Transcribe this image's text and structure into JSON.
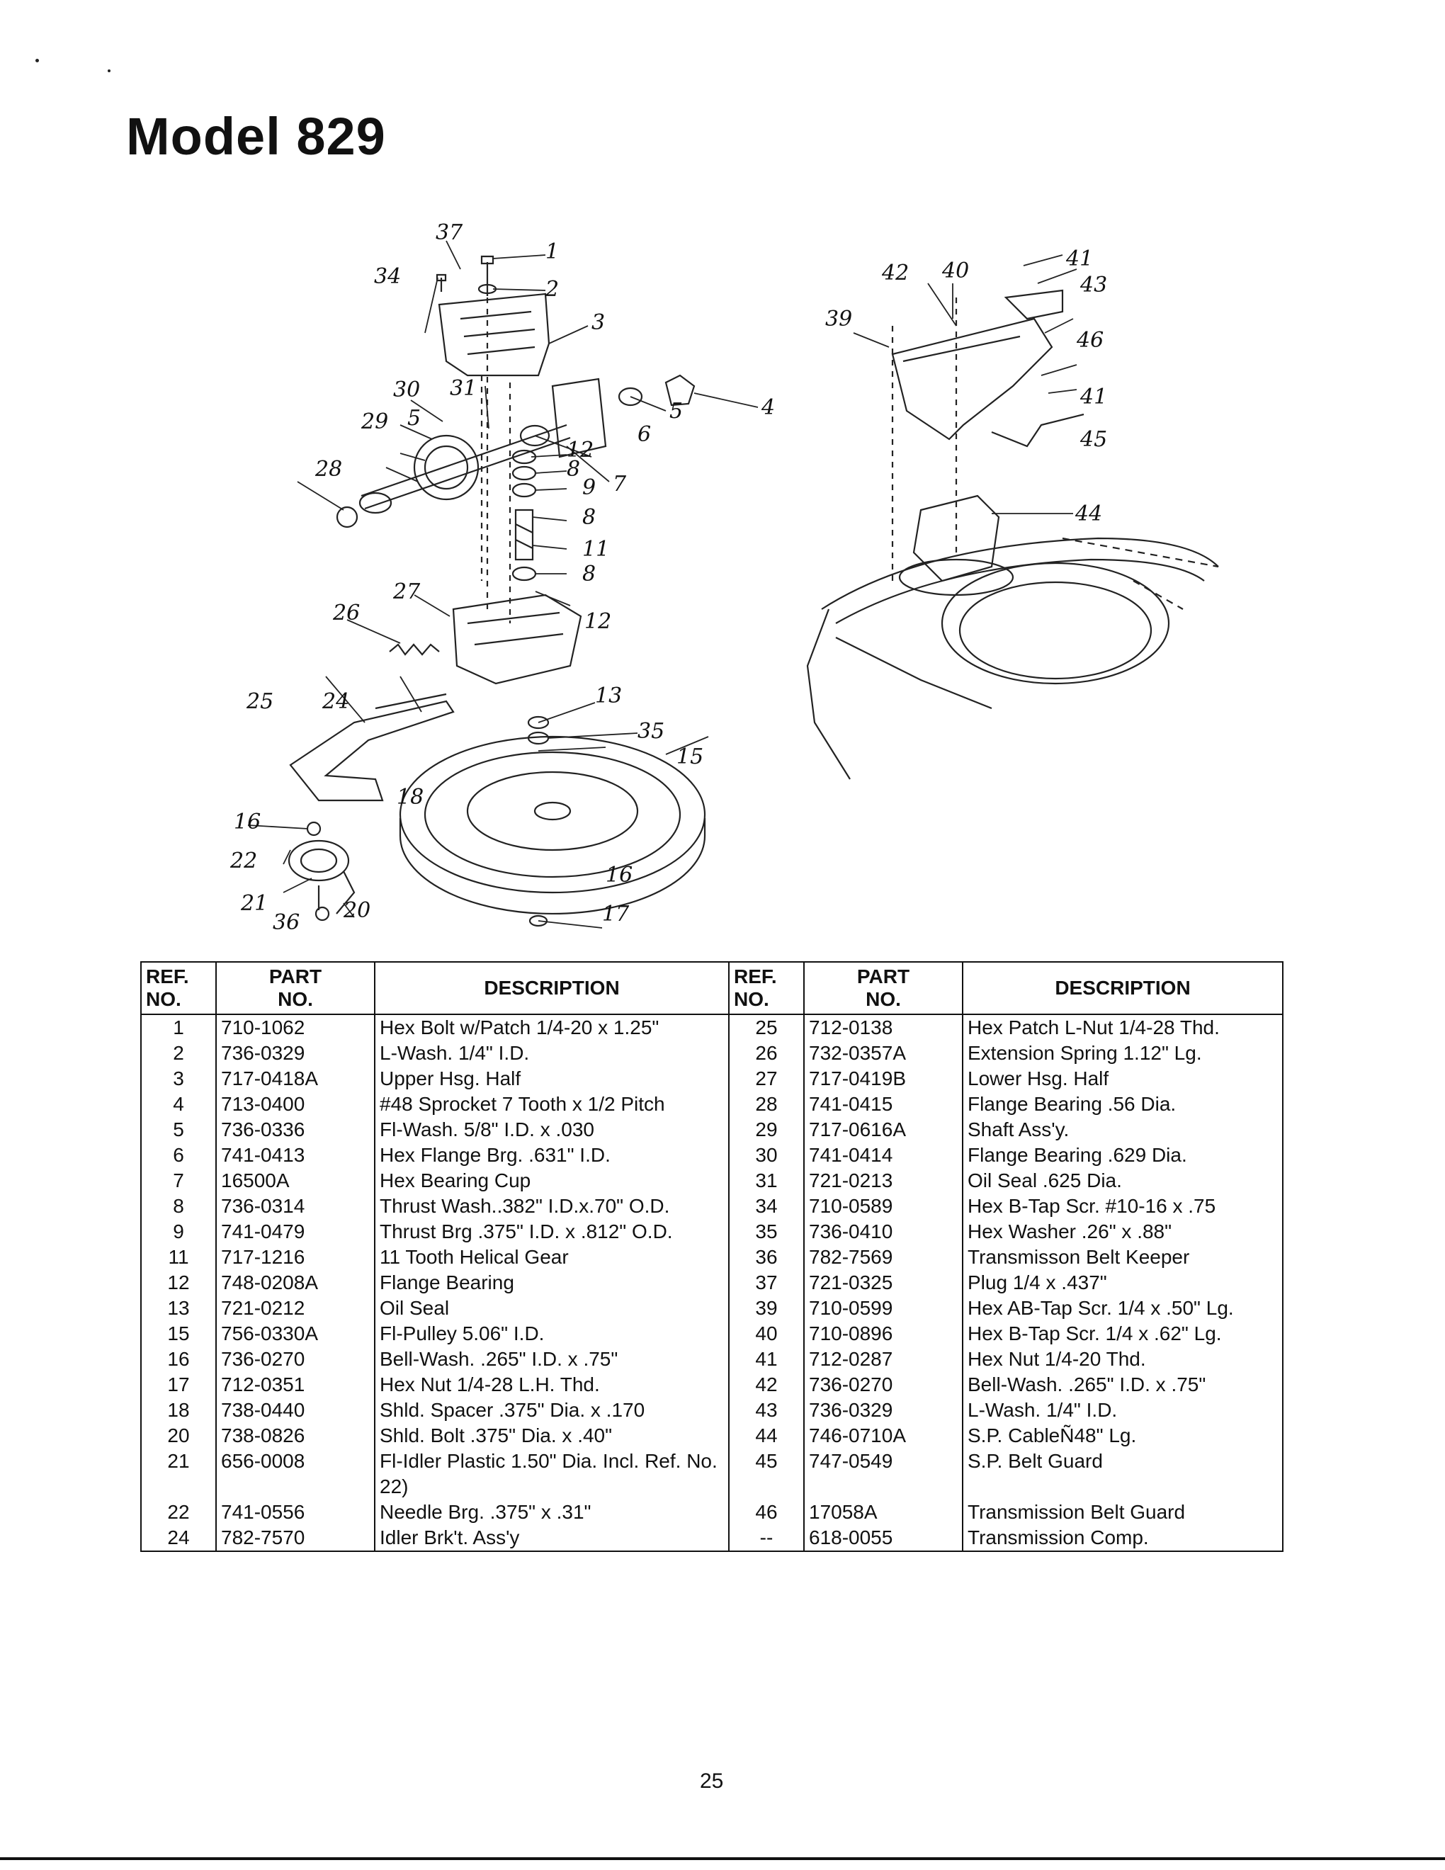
{
  "page": {
    "title": "Model 829",
    "page_number": "25"
  },
  "diagram_left": {
    "callouts": [
      "37",
      "1",
      "34",
      "2",
      "3",
      "4",
      "5",
      "6",
      "7",
      "30",
      "31",
      "29",
      "5",
      "12",
      "28",
      "8",
      "9",
      "8",
      "11",
      "8",
      "27",
      "26",
      "12",
      "25",
      "24",
      "13",
      "35",
      "15",
      "18",
      "16",
      "22",
      "16",
      "21",
      "36",
      "20",
      "17"
    ]
  },
  "diagram_right": {
    "callouts": [
      "42",
      "40",
      "41",
      "43",
      "39",
      "46",
      "41",
      "45",
      "44"
    ]
  },
  "table": {
    "headers": {
      "ref_line1": "REF.",
      "ref_line2": "NO.",
      "part_line1": "PART",
      "part_line2": "NO.",
      "desc": "DESCRIPTION"
    },
    "rows": [
      {
        "ref1": "1",
        "part1": "710-1062",
        "desc1": "Hex Bolt w/Patch 1/4-20 x 1.25\"",
        "ref2": "25",
        "part2": "712-0138",
        "desc2": "Hex Patch L-Nut 1/4-28 Thd."
      },
      {
        "ref1": "2",
        "part1": "736-0329",
        "desc1": "L-Wash. 1/4\" I.D.",
        "ref2": "26",
        "part2": "732-0357A",
        "desc2": "Extension Spring 1.12\" Lg."
      },
      {
        "ref1": "3",
        "part1": "717-0418A",
        "desc1": "Upper Hsg. Half",
        "ref2": "27",
        "part2": "717-0419B",
        "desc2": "Lower Hsg. Half"
      },
      {
        "ref1": "4",
        "part1": "713-0400",
        "desc1": "#48 Sprocket 7 Tooth x 1/2 Pitch",
        "ref2": "28",
        "part2": "741-0415",
        "desc2": "Flange Bearing .56 Dia."
      },
      {
        "ref1": "5",
        "part1": "736-0336",
        "desc1": "Fl-Wash. 5/8\" I.D. x .030",
        "ref2": "29",
        "part2": "717-0616A",
        "desc2": "Shaft Ass'y."
      },
      {
        "ref1": "6",
        "part1": "741-0413",
        "desc1": "Hex Flange Brg. .631\" I.D.",
        "ref2": "30",
        "part2": "741-0414",
        "desc2": "Flange Bearing .629 Dia."
      },
      {
        "ref1": "7",
        "part1": "16500A",
        "desc1": "Hex Bearing Cup",
        "ref2": "31",
        "part2": "721-0213",
        "desc2": "Oil Seal .625 Dia."
      },
      {
        "ref1": "8",
        "part1": "736-0314",
        "desc1": "Thrust Wash..382\" I.D.x.70\" O.D.",
        "ref2": "34",
        "part2": "710-0589",
        "desc2": "Hex B-Tap Scr. #10-16 x .75"
      },
      {
        "ref1": "9",
        "part1": "741-0479",
        "desc1": "Thrust Brg .375\" I.D. x .812\" O.D.",
        "ref2": "35",
        "part2": "736-0410",
        "desc2": "Hex Washer .26\" x .88\""
      },
      {
        "ref1": "11",
        "part1": "717-1216",
        "desc1": "11 Tooth Helical Gear",
        "ref2": "36",
        "part2": "782-7569",
        "desc2": "Transmisson Belt Keeper"
      },
      {
        "ref1": "12",
        "part1": "748-0208A",
        "desc1": "Flange Bearing",
        "ref2": "37",
        "part2": "721-0325",
        "desc2": "Plug 1/4 x .437\""
      },
      {
        "ref1": "13",
        "part1": "721-0212",
        "desc1": "Oil Seal",
        "ref2": "39",
        "part2": "710-0599",
        "desc2": "Hex AB-Tap Scr. 1/4 x .50\" Lg."
      },
      {
        "ref1": "15",
        "part1": "756-0330A",
        "desc1": "Fl-Pulley 5.06\" I.D.",
        "ref2": "40",
        "part2": "710-0896",
        "desc2": "Hex B-Tap Scr. 1/4 x .62\" Lg."
      },
      {
        "ref1": "16",
        "part1": "736-0270",
        "desc1": "Bell-Wash. .265\" I.D. x .75\"",
        "ref2": "41",
        "part2": "712-0287",
        "desc2": "Hex Nut 1/4-20 Thd."
      },
      {
        "ref1": "17",
        "part1": "712-0351",
        "desc1": "Hex Nut 1/4-28 L.H. Thd.",
        "ref2": "42",
        "part2": "736-0270",
        "desc2": "Bell-Wash. .265\" I.D. x .75\""
      },
      {
        "ref1": "18",
        "part1": "738-0440",
        "desc1": "Shld. Spacer .375\" Dia. x .170",
        "ref2": "43",
        "part2": "736-0329",
        "desc2": "L-Wash. 1/4\" I.D."
      },
      {
        "ref1": "20",
        "part1": "738-0826",
        "desc1": "Shld. Bolt .375\" Dia. x .40\"",
        "ref2": "44",
        "part2": "746-0710A",
        "desc2": "S.P. CableÑ48\" Lg."
      },
      {
        "ref1": "21",
        "part1": "656-0008",
        "desc1": "Fl-Idler Plastic 1.50\" Dia. Incl. Ref. No. 22)",
        "ref2": "45",
        "part2": "747-0549",
        "desc2": "S.P. Belt Guard"
      },
      {
        "ref1": "22",
        "part1": "741-0556",
        "desc1": "Needle Brg. .375\" x .31\"",
        "ref2": "46",
        "part2": "17058A",
        "desc2": "Transmission Belt Guard"
      },
      {
        "ref1": "24",
        "part1": "782-7570",
        "desc1": "Idler Brk't. Ass'y",
        "ref2": "--",
        "part2": "618-0055",
        "desc2": "Transmission Comp."
      }
    ]
  }
}
